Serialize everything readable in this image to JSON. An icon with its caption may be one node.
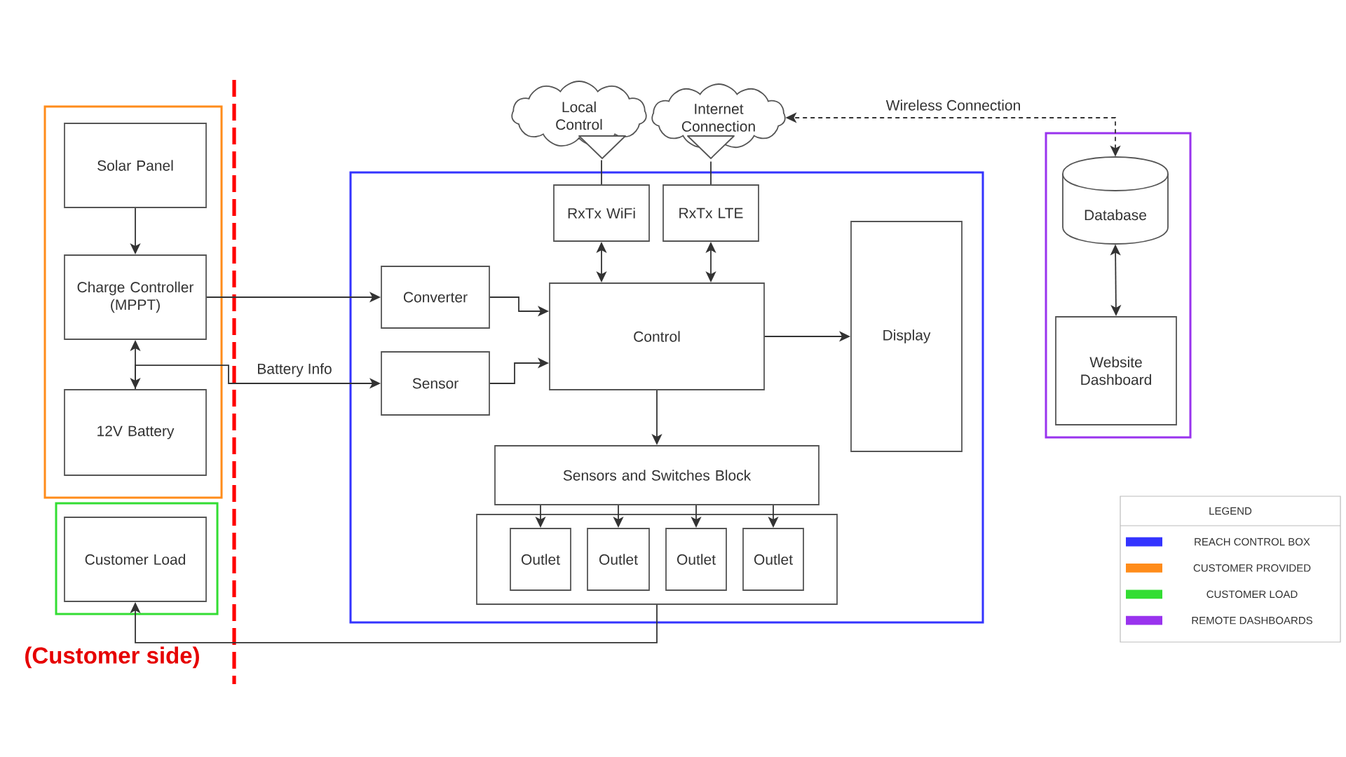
{
  "diagram": {
    "nodes": [
      {
        "text": [],
        "shape": "box"
      },
      {
        "text": [
          "Solar Panel"
        ],
        "in": 0
      },
      {
        "text": [
          "Charge Controller (MPPT)"
        ],
        "in": 0
      },
      {
        "text": [
          "12V Battery"
        ],
        "in": 0
      },
      {
        "text": [],
        "shape": "box"
      },
      {
        "text": [
          "Customer Load"
        ],
        "in": 4
      },
      {
        "text": [
          "Local Control"
        ]
      },
      {
        "text": [
          "Internet Connection"
        ]
      },
      {
        "text": [],
        "shape": "box"
      },
      {
        "text": [
          "RxTx WiFi"
        ],
        "in": 8
      },
      {
        "text": [
          "RxTx LTE"
        ],
        "in": 8
      },
      {
        "text": [
          "Converter"
        ],
        "in": 8
      },
      {
        "text": [
          "Sensor"
        ],
        "in": 8
      },
      {
        "text": [
          "Control"
        ],
        "in": 8
      },
      {
        "text": [
          "Display"
        ],
        "in": 8
      },
      {
        "text": [
          "Sensors and Switches Block"
        ],
        "in": 8
      },
      {
        "text": [],
        "shape": "box",
        "in": 8
      },
      {
        "text": [
          "Outlet"
        ],
        "in": 16
      },
      {
        "text": [
          "Outlet"
        ],
        "in": 16
      },
      {
        "text": [
          "Outlet"
        ],
        "in": 16
      },
      {
        "text": [
          "Outlet"
        ],
        "in": 16
      },
      {
        "text": [],
        "shape": "box"
      },
      {
        "text": [
          "Database"
        ],
        "in": 21
      },
      {
        "text": [
          "Website Dashboard"
        ],
        "in": 21
      }
    ],
    "edges": [
      {
        "from": 1,
        "to": 2,
        "arrow": "to"
      },
      {
        "from": 2,
        "to": 3,
        "arrow": "both"
      },
      {
        "from": 2,
        "to": 11,
        "arrow": "to"
      },
      {
        "from": 3,
        "to": 12,
        "arrow": "to",
        "label": "Battery Info"
      },
      {
        "from": 11,
        "to": 13,
        "arrow": "to"
      },
      {
        "from": 12,
        "to": 13,
        "arrow": "to"
      },
      {
        "from": 9,
        "to": 13,
        "arrow": "both"
      },
      {
        "from": 10,
        "to": 13,
        "arrow": "both"
      },
      {
        "from": 13,
        "to": 14,
        "arrow": "to"
      },
      {
        "from": 13,
        "to": 15,
        "arrow": "to"
      },
      {
        "from": 15,
        "to": 17,
        "arrow": "to"
      },
      {
        "from": 15,
        "to": 18,
        "arrow": "to"
      },
      {
        "from": 15,
        "to": 19,
        "arrow": "to"
      },
      {
        "from": 15,
        "to": 20,
        "arrow": "to"
      },
      {
        "from": 16,
        "to": 5,
        "arrow": "to"
      },
      {
        "from": 6,
        "to": 9,
        "arrow": "none"
      },
      {
        "from": 7,
        "to": 10,
        "arrow": "none"
      },
      {
        "from": 22,
        "to": 7,
        "arrow": "both",
        "style": "dashed",
        "label": "Wireless Connection"
      },
      {
        "from": 22,
        "to": 23,
        "arrow": "both"
      }
    ],
    "labels": [
      "(Customer side)",
      "LEGEND"
    ],
    "legend": [
      {
        "text": "REACH CONTROL BOX",
        "color": "#3333ff"
      },
      {
        "text": "CUSTOMER PROVIDED",
        "color": "#ff8c1a"
      },
      {
        "text": "CUSTOMER LOAD",
        "color": "#33dd33"
      },
      {
        "text": "REMOTE DASHBOARDS",
        "color": "#9933ee"
      }
    ]
  }
}
